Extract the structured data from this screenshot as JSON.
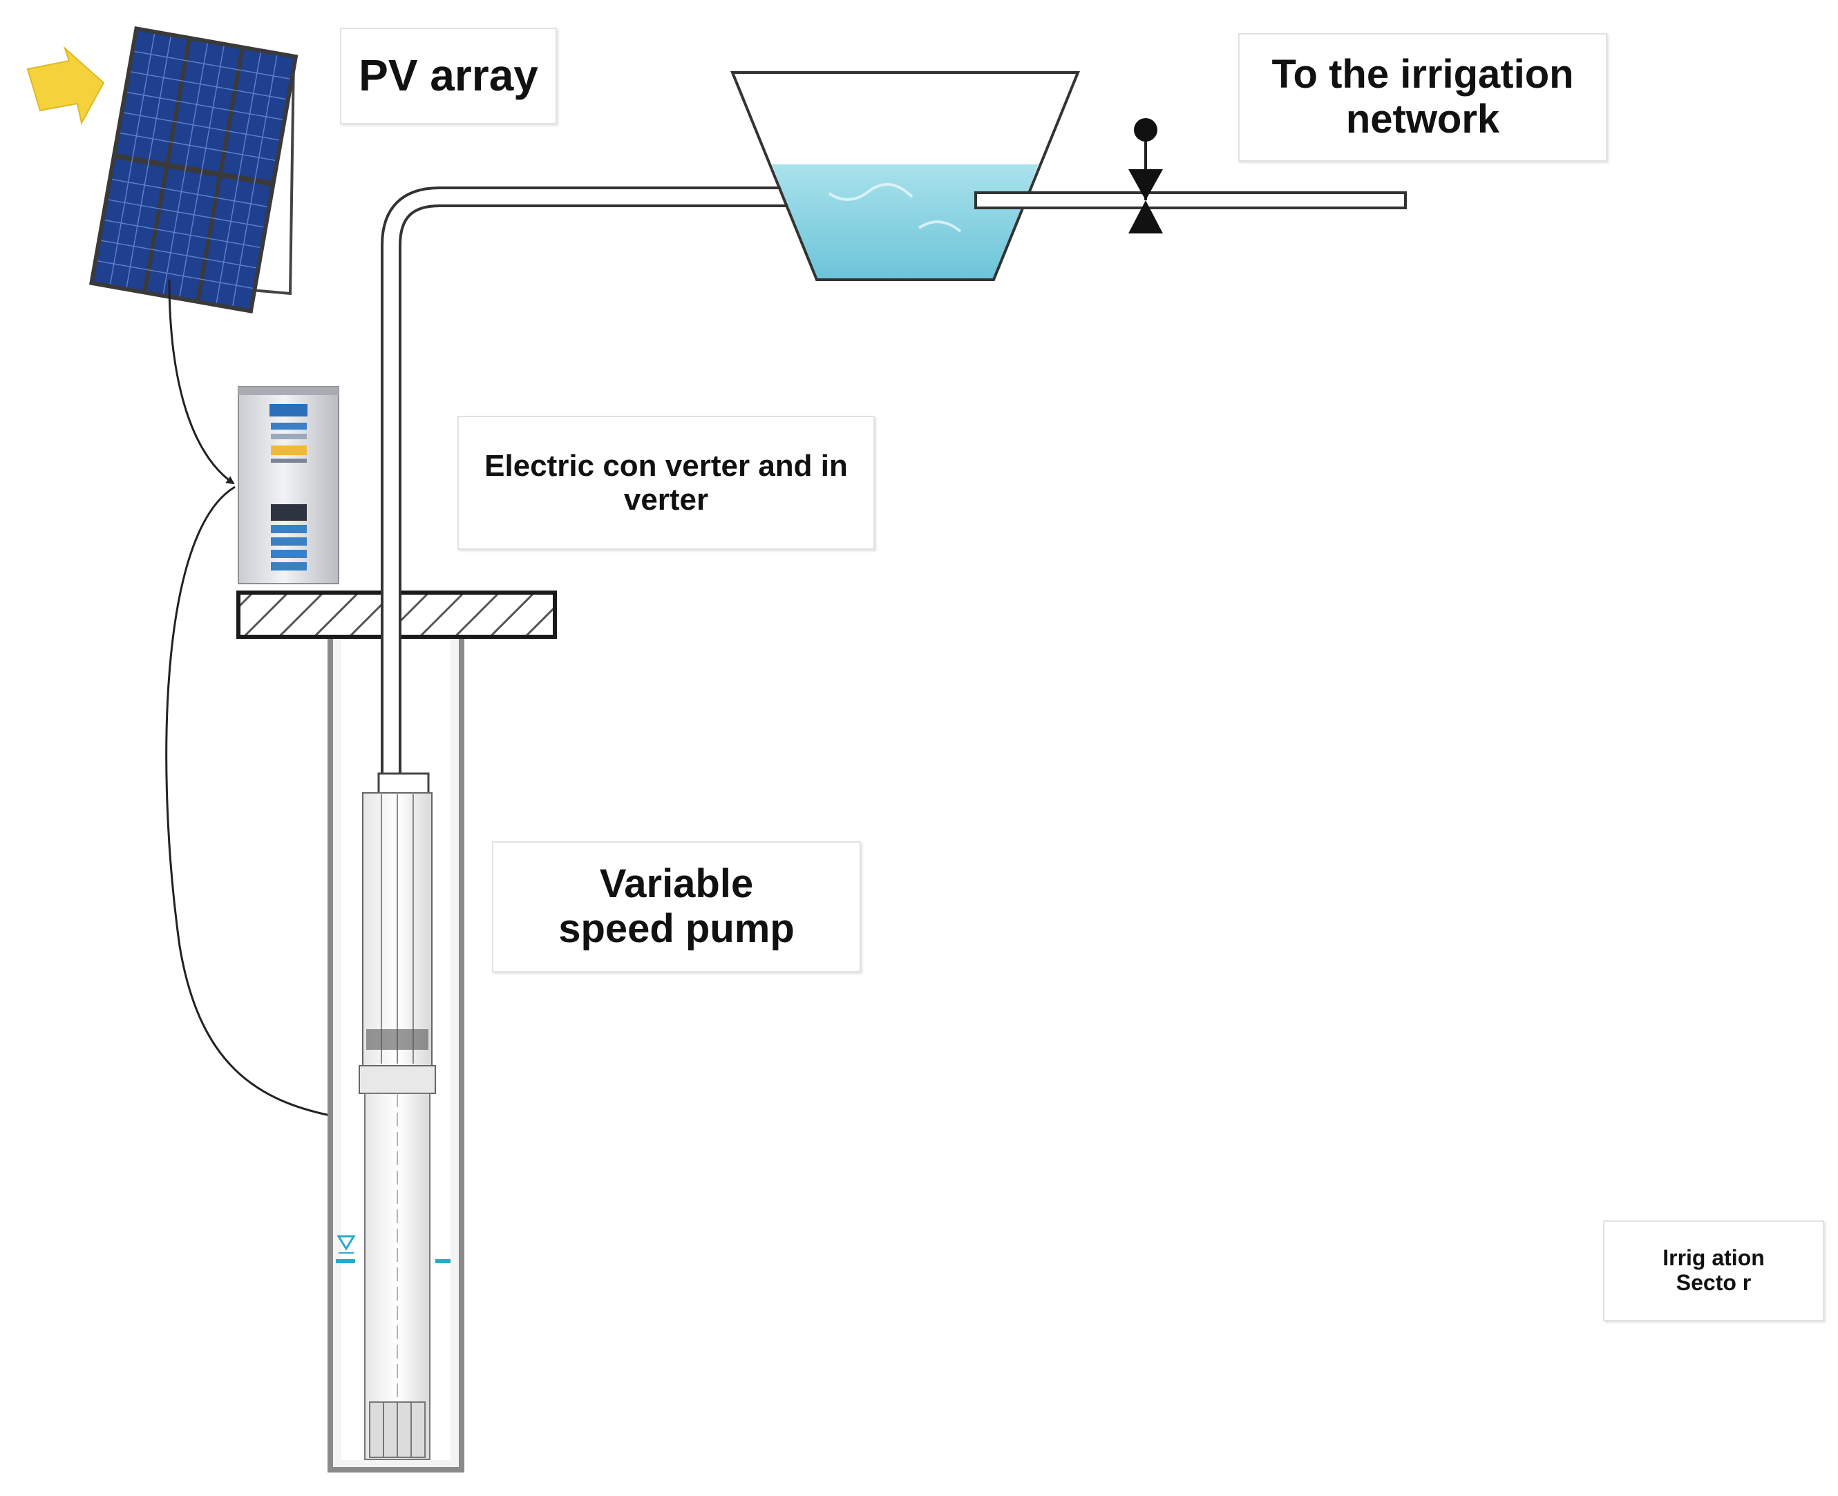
{
  "labels": {
    "pv_array": "PV array",
    "irrigation_network": "To the irrigation network",
    "converter": "Electric con verter and in verter",
    "pump": "Variable speed pump",
    "irrigation_sector": "Irrig ation Secto r"
  },
  "icons": {
    "sun_arrow": "sun-arrow-icon",
    "solar_panel": "solar-panel-icon",
    "inverter": "inverter-device-icon",
    "valve": "valve-icon",
    "water_level": "water-level-icon"
  },
  "colors": {
    "sun_arrow": "#f5d23c",
    "panel_cell": "#1f3f8f",
    "water": "#8fd3e0",
    "water_level": "#2aa9c9",
    "pipe_stroke": "#333333",
    "well_wall": "#8a8a8a"
  }
}
